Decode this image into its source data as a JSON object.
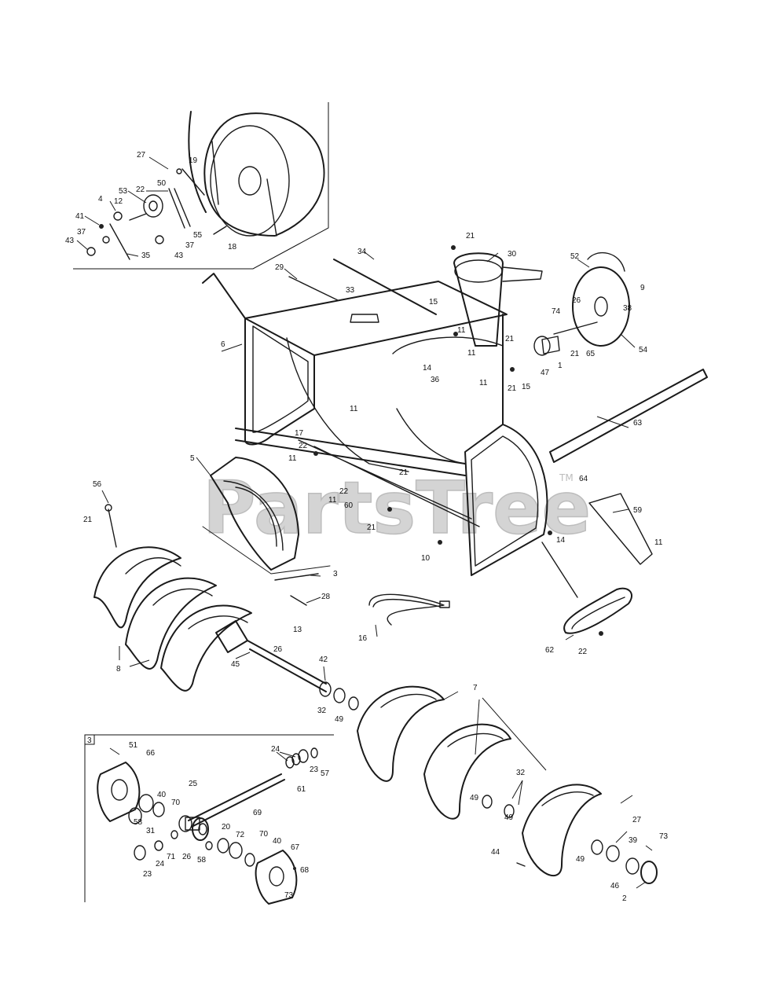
{
  "watermark": {
    "text": "PartsTree",
    "trademark": "TM",
    "color": "#d0d0d0"
  },
  "inset_box_label": "3",
  "callouts": {
    "c1": "1",
    "c2": "2",
    "c3": "3",
    "c4": "4",
    "c5": "5",
    "c6": "6",
    "c7": "7",
    "c8": "8",
    "c9": "9",
    "c10": "10",
    "c11": "11",
    "c12": "12",
    "c13": "13",
    "c14": "14",
    "c15": "15",
    "c16": "16",
    "c17": "17",
    "c18": "18",
    "c19": "19",
    "c20": "20",
    "c21": "21",
    "c22": "22",
    "c23": "23",
    "c24": "24",
    "c25": "25",
    "c26": "26",
    "c27": "27",
    "c28": "28",
    "c29": "29",
    "c30": "30",
    "c31": "31",
    "c32": "32",
    "c33": "33",
    "c34": "34",
    "c35": "35",
    "c36": "36",
    "c37": "37",
    "c38": "38",
    "c39": "39",
    "c40": "40",
    "c41": "41",
    "c42": "42",
    "c43": "43",
    "c44": "44",
    "c45": "45",
    "c46": "46",
    "c47": "47",
    "c49": "49",
    "c50": "50",
    "c51": "51",
    "c52": "52",
    "c53": "53",
    "c54": "54",
    "c55": "55",
    "c56": "56",
    "c57": "57",
    "c58": "58",
    "c59": "59",
    "c60": "60",
    "c61": "61",
    "c62": "62",
    "c63": "63",
    "c64": "64",
    "c65": "65",
    "c66": "66",
    "c67": "67",
    "c68": "68",
    "c69": "69",
    "c70": "70",
    "c71": "71",
    "c72": "72",
    "c73": "73",
    "c74": "74"
  }
}
